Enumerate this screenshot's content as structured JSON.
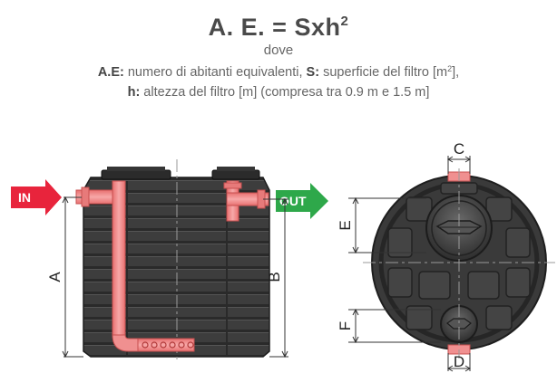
{
  "formula": {
    "main": "A. E. = Sxh",
    "exponent": "2"
  },
  "dove": "dove",
  "definitions": {
    "ae_key": "A.E:",
    "ae_text": " numero di abitanti equivalenti, ",
    "s_key": "S:",
    "s_text": " superficie del filtro [m",
    "s_exp": "2",
    "s_tail": "],",
    "h_key": "h:",
    "h_text": " altezza del filtro [m] (compresa tra 0.9 m e 1.5 m]"
  },
  "labels": {
    "in": "IN",
    "out": "OUT",
    "a": "A",
    "b": "B",
    "c": "C",
    "d": "D",
    "e": "E",
    "f": "F"
  },
  "colors": {
    "in_arrow": "#e8243c",
    "out_arrow": "#2ea84a",
    "tank_body": "#3d3d3d",
    "tank_dark": "#262626",
    "pipe": "#f28a8a",
    "dimension_line": "#333333"
  }
}
